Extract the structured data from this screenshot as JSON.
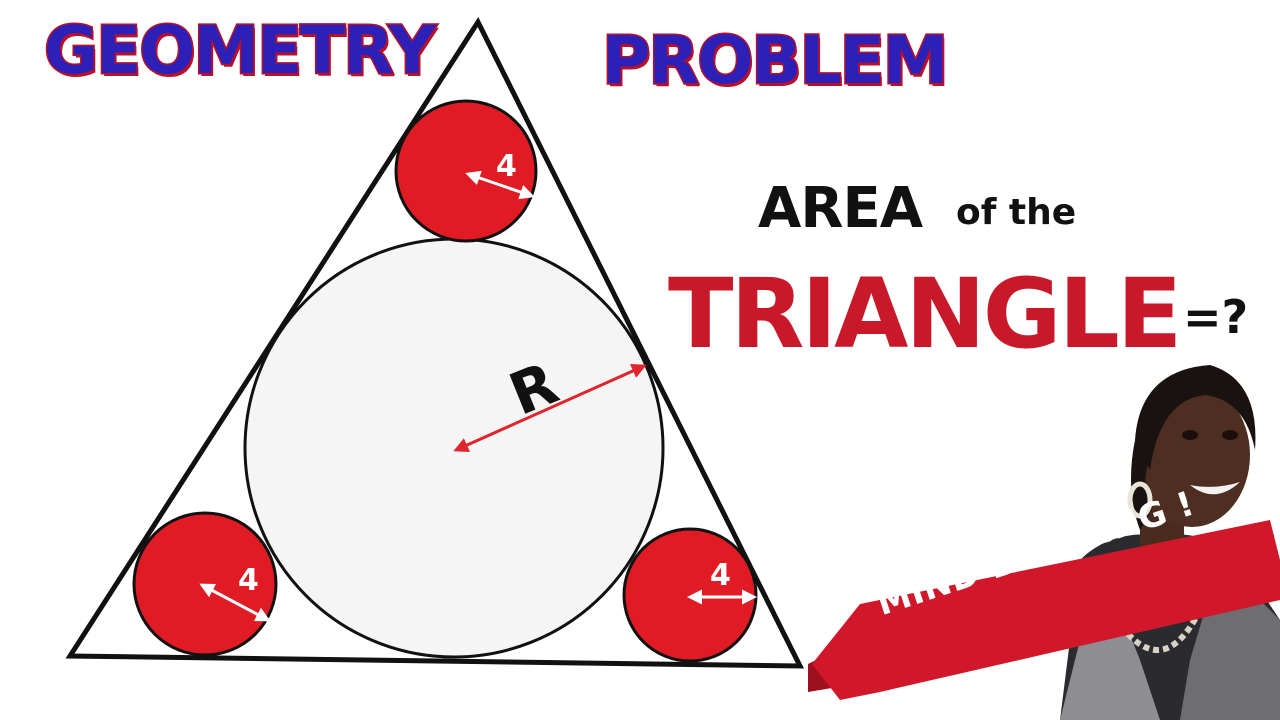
{
  "title": {
    "word1": "GEOMETRY",
    "word2": "PROBLEM"
  },
  "question": {
    "area": "AREA",
    "of_the": "of the",
    "triangle": "TRIANGLE",
    "equals": "=?"
  },
  "figure": {
    "large_circle_label": "R",
    "small_circle_radius_label": "4"
  },
  "banner": {
    "text": "MIND BLOWING !"
  },
  "colors": {
    "title_fill": "#2c20b8",
    "title_outline": "#b8102a",
    "small_circle": "#e01b24",
    "triangle_word": "#c8182a",
    "banner": "#d0182a"
  },
  "icons": {
    "photo": "presenter-portrait-icon"
  }
}
